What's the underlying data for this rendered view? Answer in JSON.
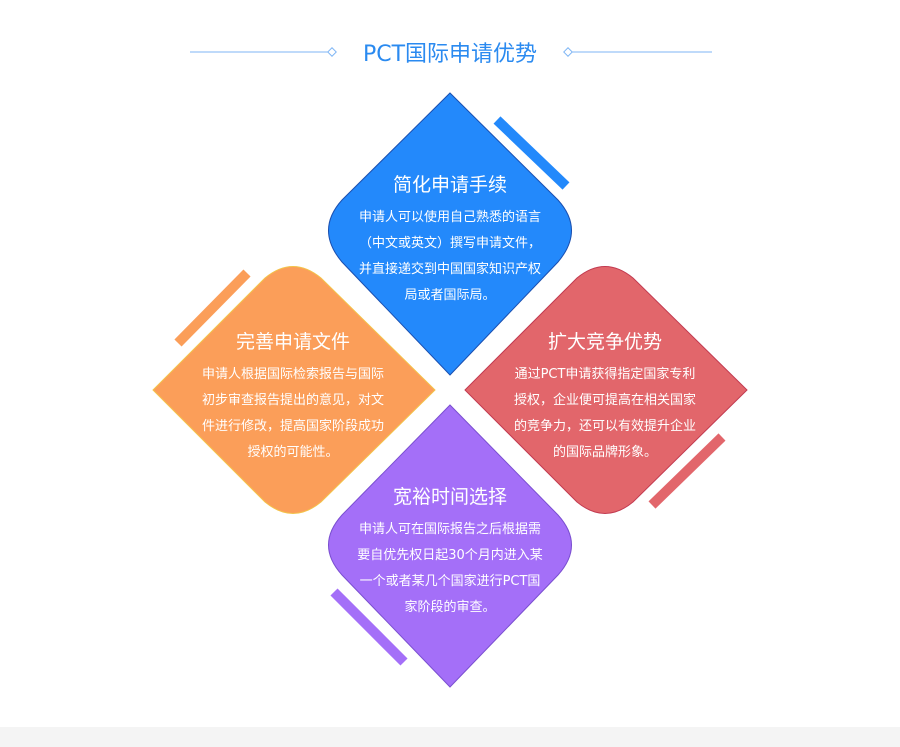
{
  "header": {
    "title": "PCT国际申请优势"
  },
  "cards": [
    {
      "title": "简化申请手续",
      "text": "申请人可以使用自己熟悉的语言（中文或英文）撰写申请文件，并直接递交到中国国家知识产权局或者国际局。",
      "color": "#2389fb"
    },
    {
      "title": "完善申请文件",
      "text": "申请人根据国际检索报告与国际初步审查报告提出的意见，对文件进行修改，提高国家阶段成功授权的可能性。",
      "color": "#fb9e59"
    },
    {
      "title": "扩大竞争优势",
      "text": "通过PCT申请获得指定国家专利授权，企业便可提高在相关国家的竞争力，还可以有效提升企业的国际品牌形象。",
      "color": "#e2666b"
    },
    {
      "title": "宽裕时间选择",
      "text": "申请人可在国际报告之后根据需要自优先权日起30个月内进入某一个或者某几个国家进行PCT国家阶段的审查。",
      "color": "#a46ff8"
    }
  ]
}
